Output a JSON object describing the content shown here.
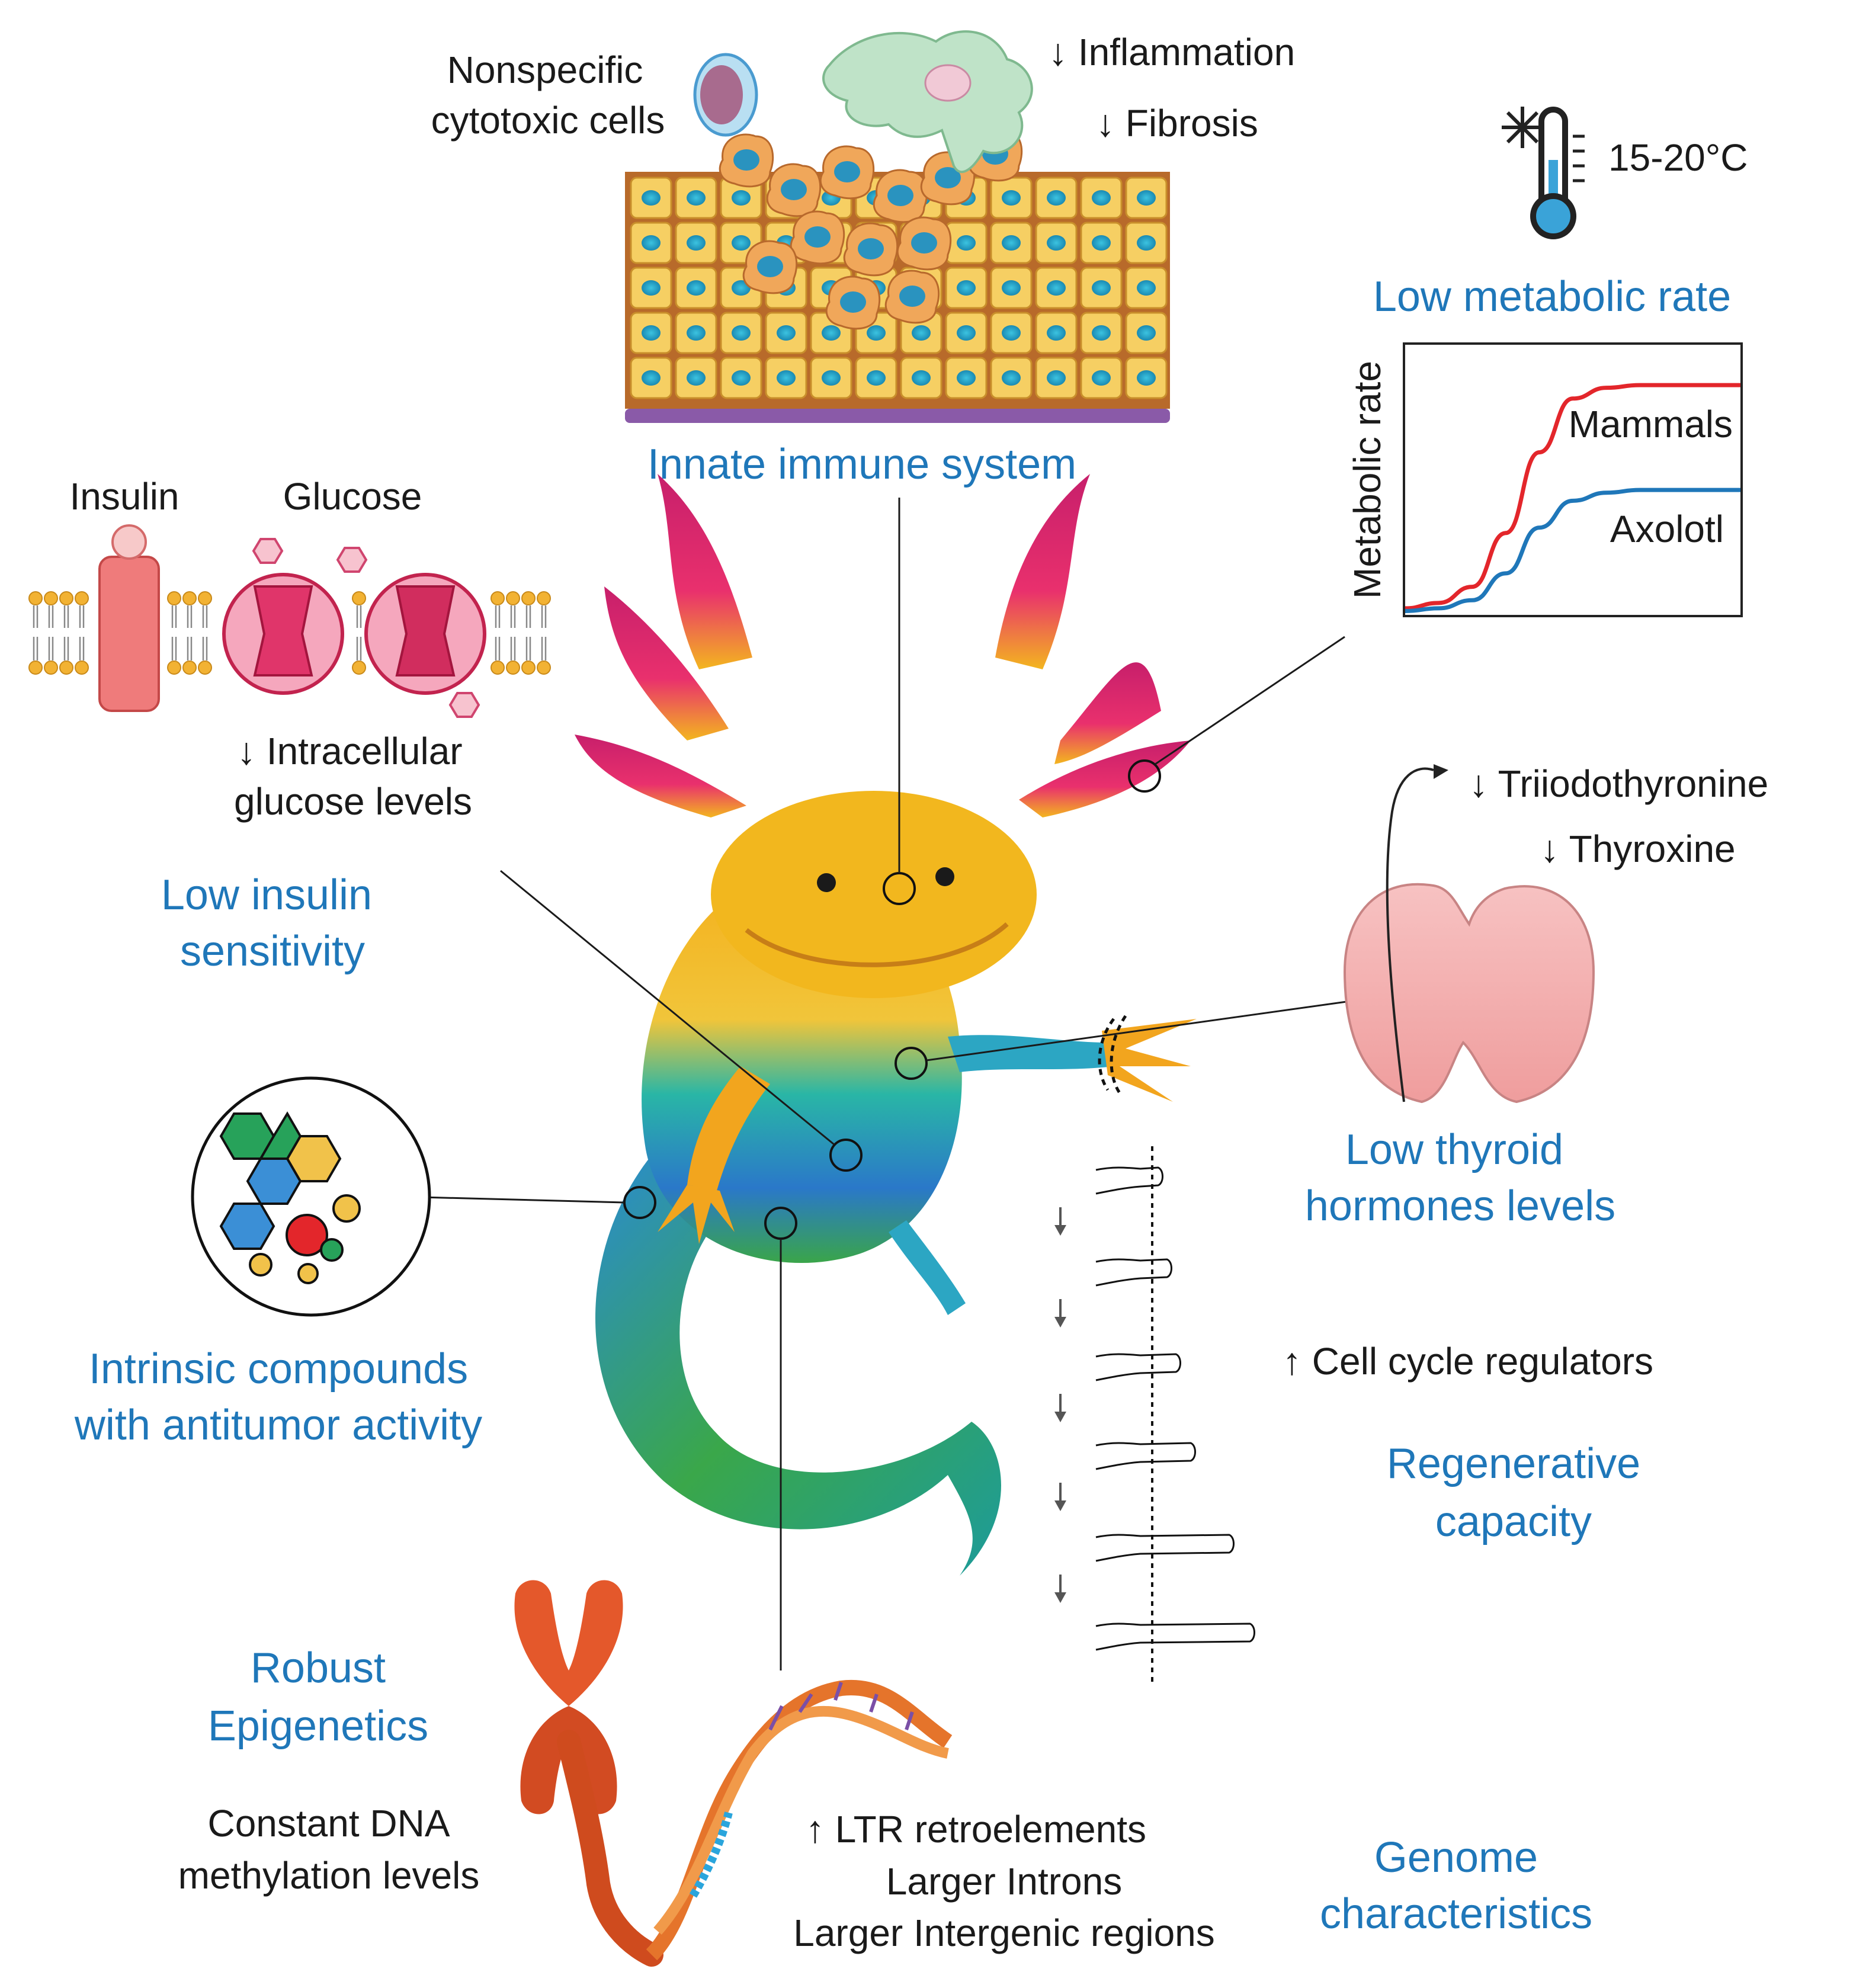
{
  "immune": {
    "title": "Innate immune system",
    "cells_label_line1": "Nonspecific",
    "cells_label_line2": "cytotoxic cells",
    "inflammation": "↓ Inflammation",
    "fibrosis": "↓ Fibrosis"
  },
  "metabolism": {
    "temperature": "15-20°C",
    "title": "Low metabolic rate"
  },
  "chart_data": {
    "type": "line",
    "ylabel": "Metabolic rate",
    "xlabel": "",
    "series": [
      {
        "name": "Mammals",
        "color": "#e3262b",
        "values": [
          0.02,
          0.04,
          0.1,
          0.3,
          0.6,
          0.8,
          0.84,
          0.85,
          0.85,
          0.85,
          0.85
        ]
      },
      {
        "name": "Axolotl",
        "color": "#1f77b9",
        "values": [
          0.01,
          0.02,
          0.05,
          0.15,
          0.32,
          0.42,
          0.45,
          0.46,
          0.46,
          0.46,
          0.46
        ]
      }
    ]
  },
  "insulin": {
    "insulin_label": "Insulin",
    "glucose_label": "Glucose",
    "glucose_line1": "↓ Intracellular",
    "glucose_line2": "glucose levels",
    "title_line1": "Low insulin",
    "title_line2": "sensitivity"
  },
  "thyroid": {
    "t3": "↓ Triiodothyronine",
    "t4": "↓ Thyroxine",
    "title_line1": "Low thyroid",
    "title_line2": "hormones levels"
  },
  "compounds": {
    "title_line1": "Intrinsic compounds",
    "title_line2": "with antitumor activity"
  },
  "regeneration": {
    "regulators": "↑ Cell cycle regulators",
    "title_line1": "Regenerative",
    "title_line2": "capacity"
  },
  "epigenetics": {
    "title_line1": "Robust",
    "title_line2": "Epigenetics",
    "methyl_line1": "Constant DNA",
    "methyl_line2": "methylation levels"
  },
  "genome": {
    "ltr": "↑ LTR retroelements",
    "introns": "Larger Introns",
    "intergenic": "Larger Intergenic regions",
    "title_line1": "Genome",
    "title_line2": "characteristics"
  },
  "colors": {
    "label_blue": "#1f77b9",
    "mammals_red": "#e3262b",
    "axolotl_blue": "#1f77b9"
  }
}
